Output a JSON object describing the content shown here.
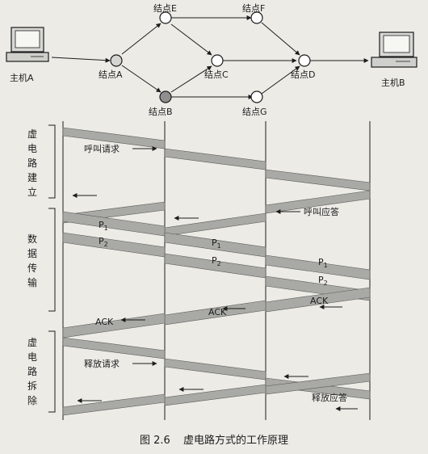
{
  "network": {
    "host_a": "主机A",
    "host_b": "主机B",
    "nodes": {
      "A": "结点A",
      "B": "结点B",
      "C": "结点C",
      "D": "结点D",
      "E": "结点E",
      "F": "结点F",
      "G": "结点G"
    }
  },
  "phases": {
    "setup": [
      "虚",
      "电",
      "路",
      "建",
      "立"
    ],
    "transfer": [
      "数",
      "据",
      "传",
      "输"
    ],
    "release": [
      "虚",
      "电",
      "路",
      "拆",
      "除"
    ]
  },
  "messages": {
    "call_request": "呼叫请求",
    "call_accept": "呼叫应答",
    "p1_main": "P",
    "p1_sub": "1",
    "p2_main": "P",
    "p2_sub": "2",
    "ack": "ACK",
    "release_request": "释放请求",
    "release_reply": "释放应答"
  },
  "caption": {
    "number": "图 2.6",
    "title": "虚电路方式的工作原理"
  },
  "colors": {
    "background": "#ecebe6",
    "ink": "#1c1c1c",
    "band": "#a9a9a5",
    "node_b_fill": "#8f8f8f"
  }
}
